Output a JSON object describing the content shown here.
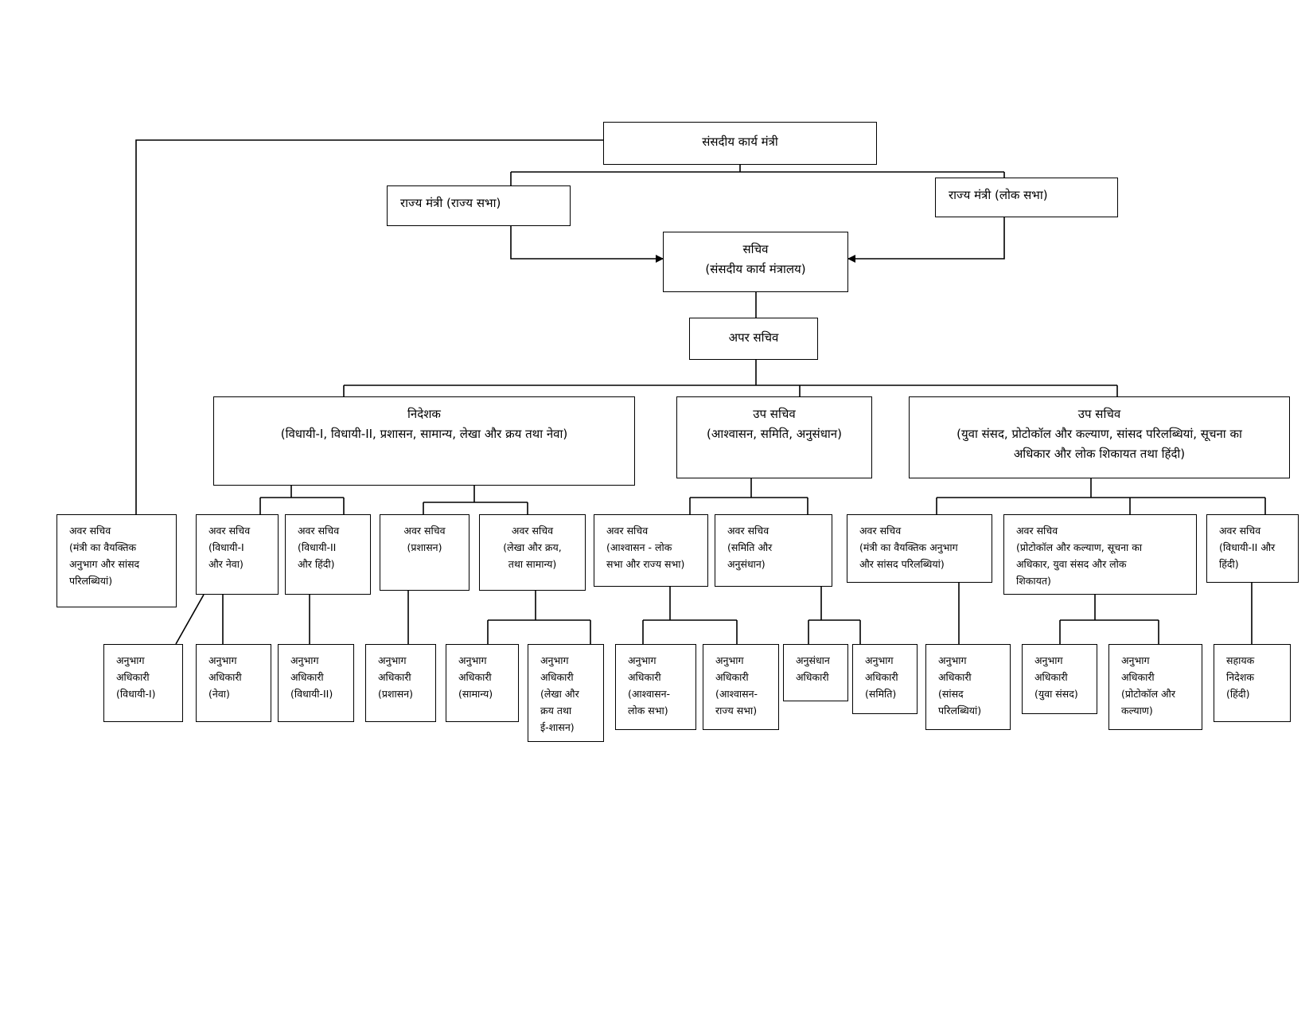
{
  "minister": "संसदीय कार्य मंत्री",
  "mos_rs": "राज्य मंत्री (राज्य सभा)",
  "mos_ls": "राज्य मंत्री (लोक सभा)",
  "secretary": {
    "line1": "सचिव",
    "line2": "(संसदीय कार्य मंत्रालय)"
  },
  "addl_secretary": "अपर सचिव",
  "director": {
    "line1": "निदेशक",
    "line2": "(विधायी-I, विधायी-II, प्रशासन, सामान्य, लेखा और क्रय तथा नेवा)"
  },
  "deputy_secretary_1": {
    "line1": "उप सचिव",
    "line2": "(आश्वासन, समिति, अनुसंधान)"
  },
  "deputy_secretary_2": {
    "line1": "उप सचिव",
    "line2": "(युवा संसद, प्रोटोकॉल और कल्याण, सांसद परिलब्धियां, सूचना का",
    "line3": "अधिकार और लोक शिकायत तथा हिंदी)"
  },
  "under_secretaries": [
    [
      "अवर सचिव",
      "(मंत्री का वैयक्तिक",
      "अनुभाग और सांसद",
      "परिलब्धियां)"
    ],
    [
      "अवर सचिव",
      "(विधायी-I",
      "और नेवा)"
    ],
    [
      "अवर सचिव",
      "(विधायी-II",
      "और हिंदी)"
    ],
    [
      "अवर सचिव",
      "(प्रशासन)"
    ],
    [
      "अवर सचिव",
      "(लेखा और क्रय,",
      "तथा सामान्य)"
    ],
    [
      "अवर सचिव",
      "(आश्वासन - लोक",
      "सभा और राज्य सभा)"
    ],
    [
      "अवर सचिव",
      "(समिति और",
      "अनुसंधान)"
    ],
    [
      "अवर सचिव",
      "(मंत्री का वैयक्तिक अनुभाग",
      "और सांसद परिलब्धियां)"
    ],
    [
      "अवर सचिव",
      "(प्रोटोकॉल और कल्याण, सूचना का",
      "अधिकार, युवा संसद और लोक",
      "शिकायत)"
    ],
    [
      "अवर सचिव",
      "(विधायी-II और",
      "हिंदी)"
    ]
  ],
  "section_officers": [
    [
      "अनुभाग",
      "अधिकारी",
      "(विधायी-I)"
    ],
    [
      "अनुभाग",
      "अधिकारी",
      "(नेवा)"
    ],
    [
      "अनुभाग",
      "अधिकारी",
      "(विधायी-II)"
    ],
    [
      "अनुभाग",
      "अधिकारी",
      "(प्रशासन)"
    ],
    [
      "अनुभाग",
      "अधिकारी",
      "(सामान्य)"
    ],
    [
      "अनुभाग",
      "अधिकारी",
      "(लेखा और",
      "क्रय तथा",
      "ई-शासन)"
    ],
    [
      "अनुभाग",
      "अधिकारी",
      "(आश्वासन-",
      "लोक सभा)"
    ],
    [
      "अनुभाग",
      "अधिकारी",
      "(आश्वासन-",
      "राज्य सभा)"
    ],
    [
      "अनुसंधान",
      "अधिकारी"
    ],
    [
      "अनुभाग",
      "अधिकारी",
      "(समिति)"
    ],
    [
      "अनुभाग",
      "अधिकारी",
      "(सांसद",
      "परिलब्धियां)"
    ],
    [
      "अनुभाग",
      "अधिकारी",
      "(युवा संसद)"
    ],
    [
      "अनुभाग",
      "अधिकारी",
      "(प्रोटोकॉल और",
      "कल्याण)"
    ],
    [
      "सहायक",
      "निदेशक",
      "(हिंदी)"
    ]
  ]
}
